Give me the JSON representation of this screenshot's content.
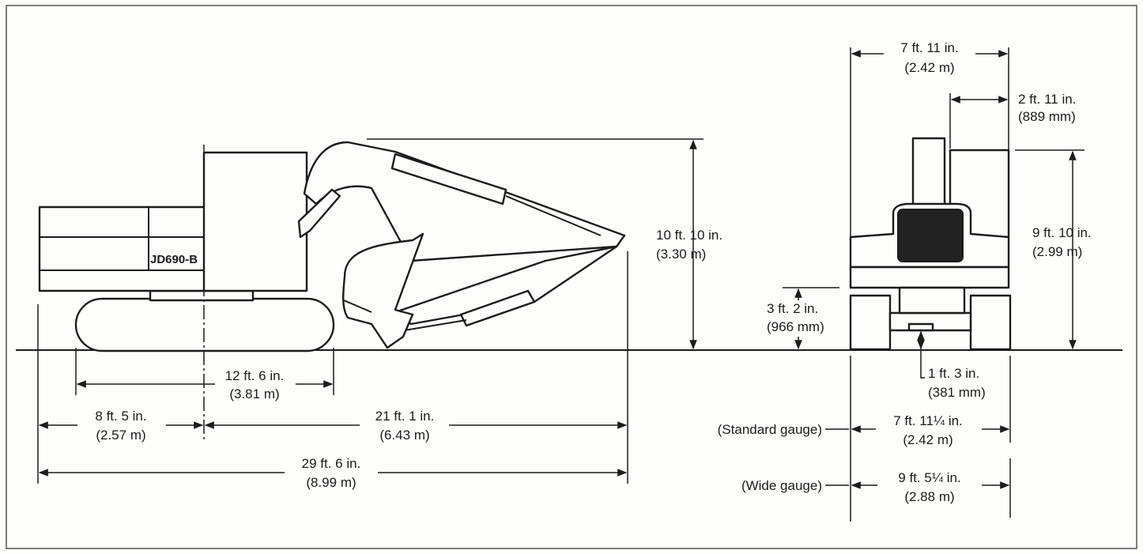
{
  "model_label": "JD690-B",
  "side_view": {
    "track_length": {
      "imperial": "12 ft. 6 in.",
      "metric": "(3.81 m)"
    },
    "rear_to_center": {
      "imperial": "8 ft. 5 in.",
      "metric": "(2.57 m)"
    },
    "center_to_front": {
      "imperial": "21 ft. 1 in.",
      "metric": "(6.43 m)"
    },
    "overall_length": {
      "imperial": "29 ft. 6 in.",
      "metric": "(8.99 m)"
    },
    "boom_height": {
      "imperial": "10 ft. 10 in.",
      "metric": "(3.30 m)"
    }
  },
  "front_view": {
    "upper_width": {
      "imperial": "7 ft. 11 in.",
      "metric": "(2.42 m)"
    },
    "cab_width": {
      "imperial": "2 ft. 11 in.",
      "metric": "(889 mm)"
    },
    "cab_height": {
      "imperial": "9 ft. 10 in.",
      "metric": "(2.99 m)"
    },
    "counterweight_clearance": {
      "imperial": "3 ft. 2 in.",
      "metric": "(966 mm)"
    },
    "ground_clearance": {
      "imperial": "1 ft. 3 in.",
      "metric": "(381  mm)"
    },
    "standard_gauge": {
      "label": "(Standard gauge)",
      "imperial": "7 ft. 11¼ in.",
      "metric": "(2.42 m)"
    },
    "wide_gauge": {
      "label": "(Wide gauge)",
      "imperial": "9 ft. 5¼ in.",
      "metric": "(2.88 m)"
    }
  }
}
